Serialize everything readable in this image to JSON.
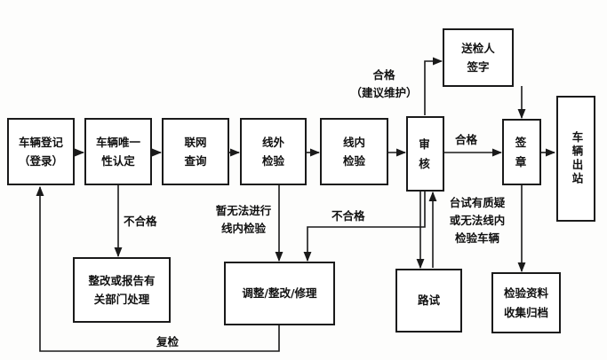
{
  "colors": {
    "ink": "#1a1a1a",
    "background": "#fdfdfc"
  },
  "boxes": {
    "register": "车辆登记\n（登录）",
    "unique": "车辆唯一\n性认定",
    "network": "联网\n查询",
    "offline": "线外\n检验",
    "online": "线内\n检验",
    "audit": "审\n核",
    "sign": "签\n章",
    "exit": "车辆出站",
    "sender": "送检人\n签字",
    "rectify": "整改或报告有\n关部门处理",
    "adjust": "调整/整改/修理",
    "road": "路试",
    "archive": "检验资料\n收集归档"
  },
  "labels": {
    "fail1": "不合格",
    "cannot_online": "暂无法进行\n线内检验",
    "fail2": "不合格",
    "pass_repair": "合格\n（建议维护）",
    "pass": "合格",
    "doubt": "台试有质疑\n或无法线内\n检验车辆",
    "recheck": "复检"
  }
}
